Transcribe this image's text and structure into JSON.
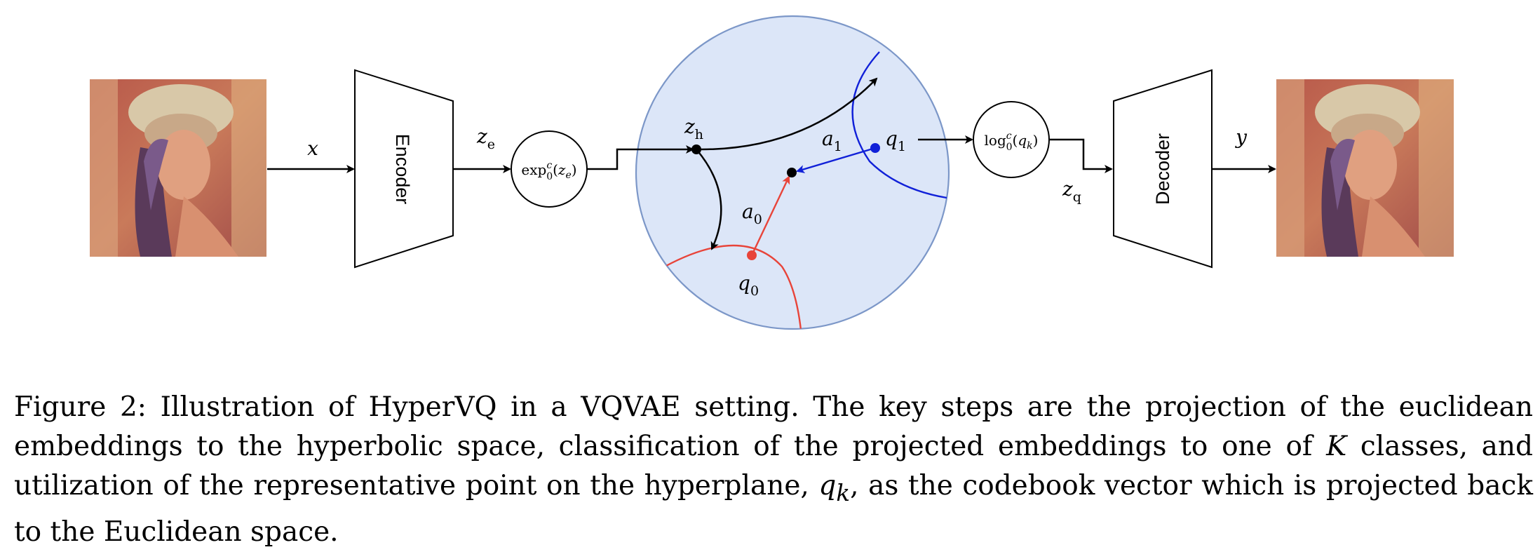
{
  "figure": {
    "input_symbol": "x",
    "encoder_label": "Encoder",
    "ze_label": "z_e",
    "exp_op": "exp_0^c(z_e)",
    "zh_label": "z_h",
    "a0_label": "a_0",
    "a1_label": "a_1",
    "q0_label": "q_0",
    "q1_label": "q_1",
    "log_op": "log_0^c(q_k)",
    "zq_label": "z_q",
    "decoder_label": "Decoder",
    "output_symbol": "y",
    "input_image": "portrait-photo",
    "output_image": "portrait-photo",
    "colors": {
      "disk_fill": "#dce6f8",
      "disk_stroke": "#7c97c8",
      "red": "#e8443a",
      "blue": "#1020d8"
    }
  },
  "caption": {
    "prefix": "Figure 2:",
    "text_1": "Illustration of HyperVQ in a VQVAE setting.  The key steps are the projection of the euclidean embeddings to the hyperbolic space, classification of the projected embeddings to one of ",
    "K": "K",
    "text_2": " classes, and utilization of the representative point on the hyperplane, ",
    "qk": "q",
    "qk_sub": "k",
    "text_3": ", as the codebook vector which is projected back to the Euclidean space."
  }
}
